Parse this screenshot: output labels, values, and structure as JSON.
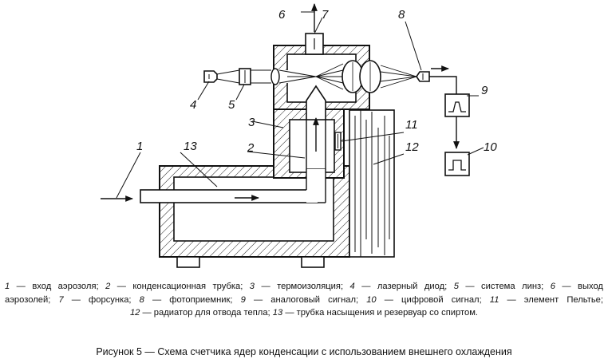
{
  "numbers": {
    "n1": "1",
    "n2": "2",
    "n3": "3",
    "n4": "4",
    "n5": "5",
    "n6": "6",
    "n7": "7",
    "n8": "8",
    "n9": "9",
    "n10": "10",
    "n11": "11",
    "n12": "12",
    "n13": "13"
  },
  "legend": [
    {
      "num": "1",
      "text": " — вход аэрозоля; "
    },
    {
      "num": "2",
      "text": " — конденсационная трубка; "
    },
    {
      "num": "3",
      "text": " — термоизоляция; "
    },
    {
      "num": "4",
      "text": " — лазерный диод; "
    },
    {
      "num": "5",
      "text": " — система линз; "
    },
    {
      "num": "6",
      "text": " — выход"
    },
    {
      "num": "",
      "text": "аэрозолей; "
    },
    {
      "num": "7",
      "text": " — форсунка; "
    },
    {
      "num": "8",
      "text": " — фотоприемник; "
    },
    {
      "num": "9",
      "text": " — аналоговый сигнал; "
    },
    {
      "num": "10",
      "text": " — цифровой сигнал; "
    },
    {
      "num": "11",
      "text": " — элемент Пельтье;"
    },
    {
      "num": "12",
      "text": " — радиатор для отвода тепла; "
    },
    {
      "num": "13",
      "text": " — трубка насыщения и резервуар со спиртом."
    }
  ],
  "caption": "Рисунок 5 — Схема счетчика ядер конденсации с использованием внешнего охлаждения"
}
